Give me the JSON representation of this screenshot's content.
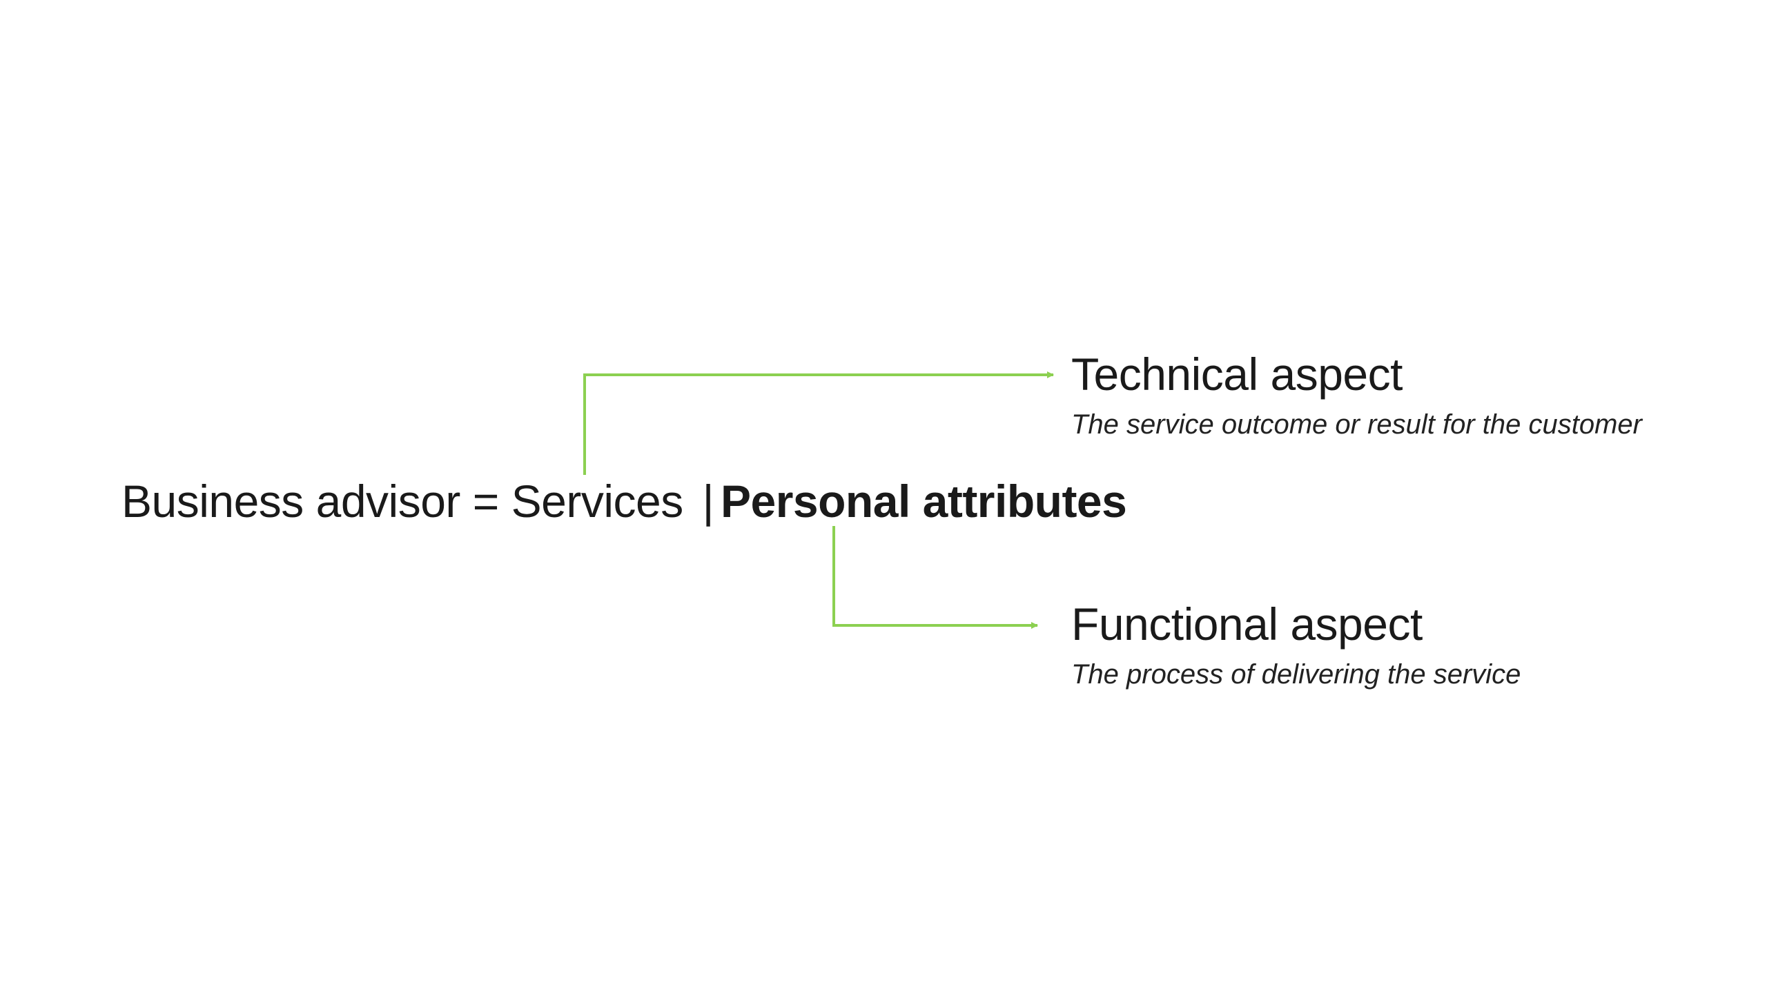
{
  "colors": {
    "connector": "#8cd051",
    "text": "#1a1a1a",
    "background": "#ffffff"
  },
  "equation": {
    "subject": "Business advisor",
    "equals": "=",
    "services": "Services",
    "separator": "|",
    "attributes": "Personal attributes"
  },
  "aspects": {
    "technical": {
      "title": "Technical aspect",
      "description": "The service outcome or result for the customer"
    },
    "functional": {
      "title": "Functional aspect",
      "description": "The process of delivering the service"
    }
  },
  "connectors": [
    {
      "from": "Services",
      "to": "Technical aspect"
    },
    {
      "from": "Personal attributes",
      "to": "Functional aspect"
    }
  ]
}
